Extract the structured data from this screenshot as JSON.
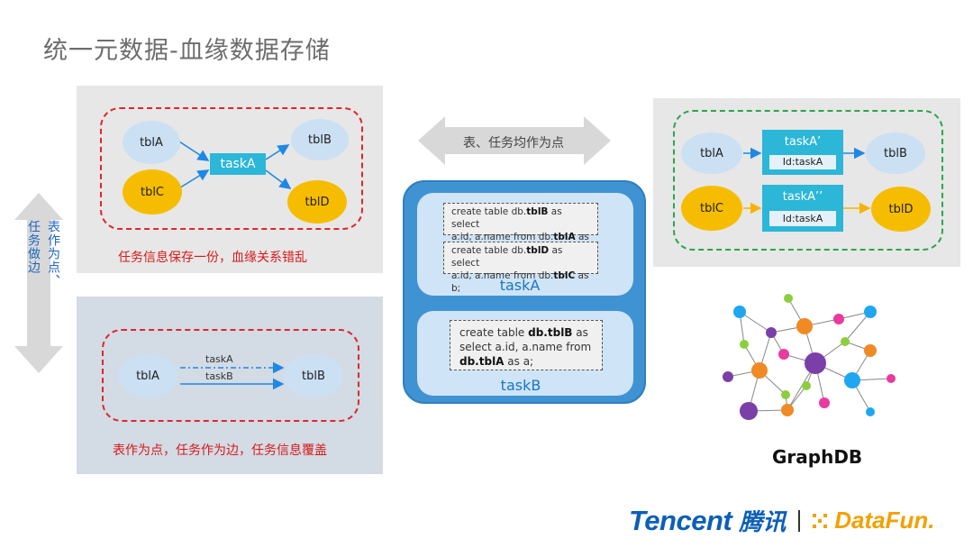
{
  "title": "统一元数据-血缘数据存储",
  "panel1": {
    "nodes": {
      "tblA": "tblA",
      "tblC": "tblC",
      "tblB": "tblB",
      "tblD": "tblD"
    },
    "task": "taskA",
    "caption": "任务信息保存一份，血缘关系错乱"
  },
  "panel2": {
    "nodes": {
      "tblA": "tblA",
      "tblB": "tblB"
    },
    "edge1": "taskA",
    "edge2": "taskB",
    "caption": "表作为点，任务作为边，任务信息覆盖"
  },
  "left_arrow_text": {
    "line1": "表作为点、",
    "line2": "任务做边"
  },
  "center_arrow_text": "表、任务均作为点",
  "cloud": {
    "taskA_sql1": {
      "p1": "create table db.",
      "b1": "tblB",
      "p2": " as select",
      "p3": "a.id, a.name from db.",
      "b2": "tblA",
      "p4": " as a;"
    },
    "taskA_sql2": {
      "p1": "create table db.",
      "b1": "tblD",
      "p2": " as select",
      "p3": "a.id, a.name from db.",
      "b2": "tblC",
      "p4": " as b;"
    },
    "taskA_label": "taskA",
    "taskB_sql": {
      "p1": "create table ",
      "b1": "db.tblB",
      "p2": " as",
      "p3": "select a.id, a.name from",
      "b2": "db.tblA",
      "p4": " as a;"
    },
    "taskB_label": "taskB"
  },
  "panel3": {
    "nodes": {
      "tblA": "tblA",
      "tblC": "tblC",
      "tblB": "tblB",
      "tblD": "tblD"
    },
    "task1": {
      "title": "taskA’",
      "id": "Id:taskA"
    },
    "task2": {
      "title": "taskA’’",
      "id": "Id:taskA"
    }
  },
  "graphdb_label": "GraphDB",
  "brand": {
    "tencent": "Tencent",
    "tencent_cn": "腾讯",
    "datafun": "DataFun."
  },
  "colors": {
    "red_dash": "#e0262b",
    "green_dash": "#2aa64a",
    "node_blue": "#cbe0f3",
    "node_yellow": "#f6bd00",
    "task_cyan": "#2cb6d8",
    "cloud_blue": "#3f93d3"
  }
}
